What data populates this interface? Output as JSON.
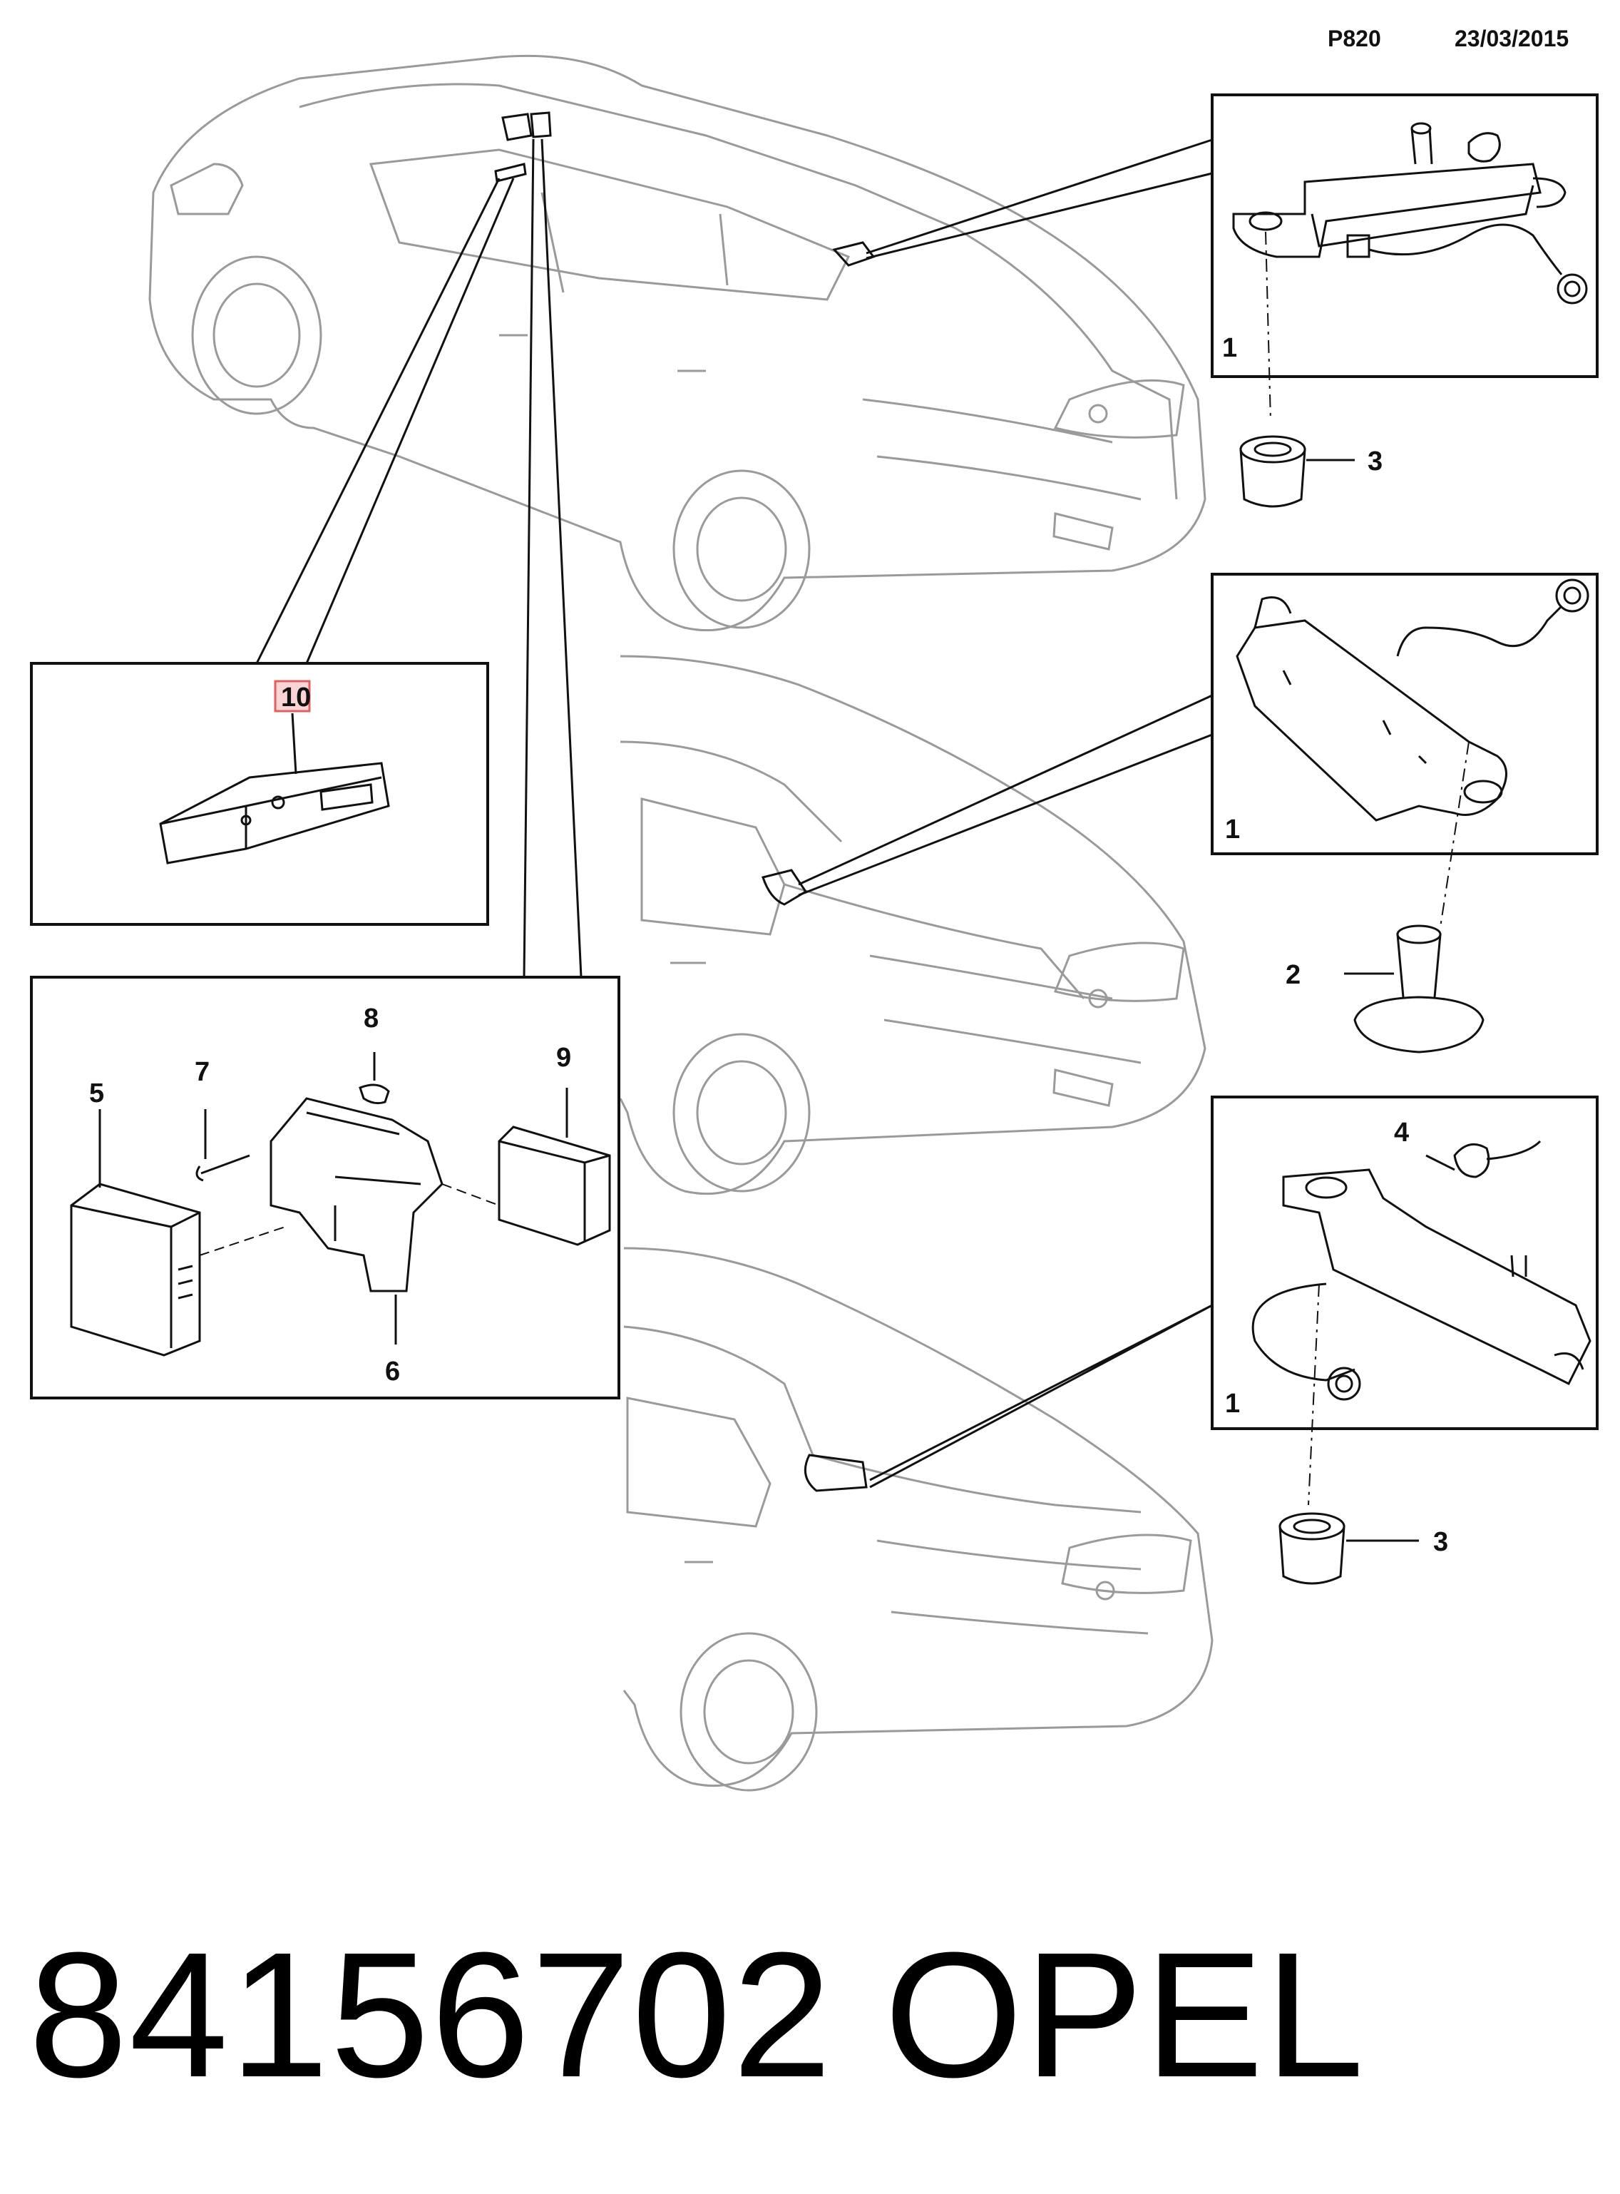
{
  "header": {
    "code": "P820",
    "date": "23/03/2015"
  },
  "callouts": {
    "c1a": "1",
    "c3a": "3",
    "c1b": "1",
    "c2": "2",
    "c4": "4",
    "c1c": "1",
    "c3b": "3",
    "c10": "10",
    "c5": "5",
    "c7": "7",
    "c8": "8",
    "c9": "9",
    "c6": "6"
  },
  "footer": {
    "part_number": "84156702",
    "brand": "OPEL"
  },
  "colors": {
    "line": "#111111",
    "car_line": "#9a9a9a",
    "highlight_box": "#e06060",
    "highlight_fill": "#fbd5d5"
  }
}
